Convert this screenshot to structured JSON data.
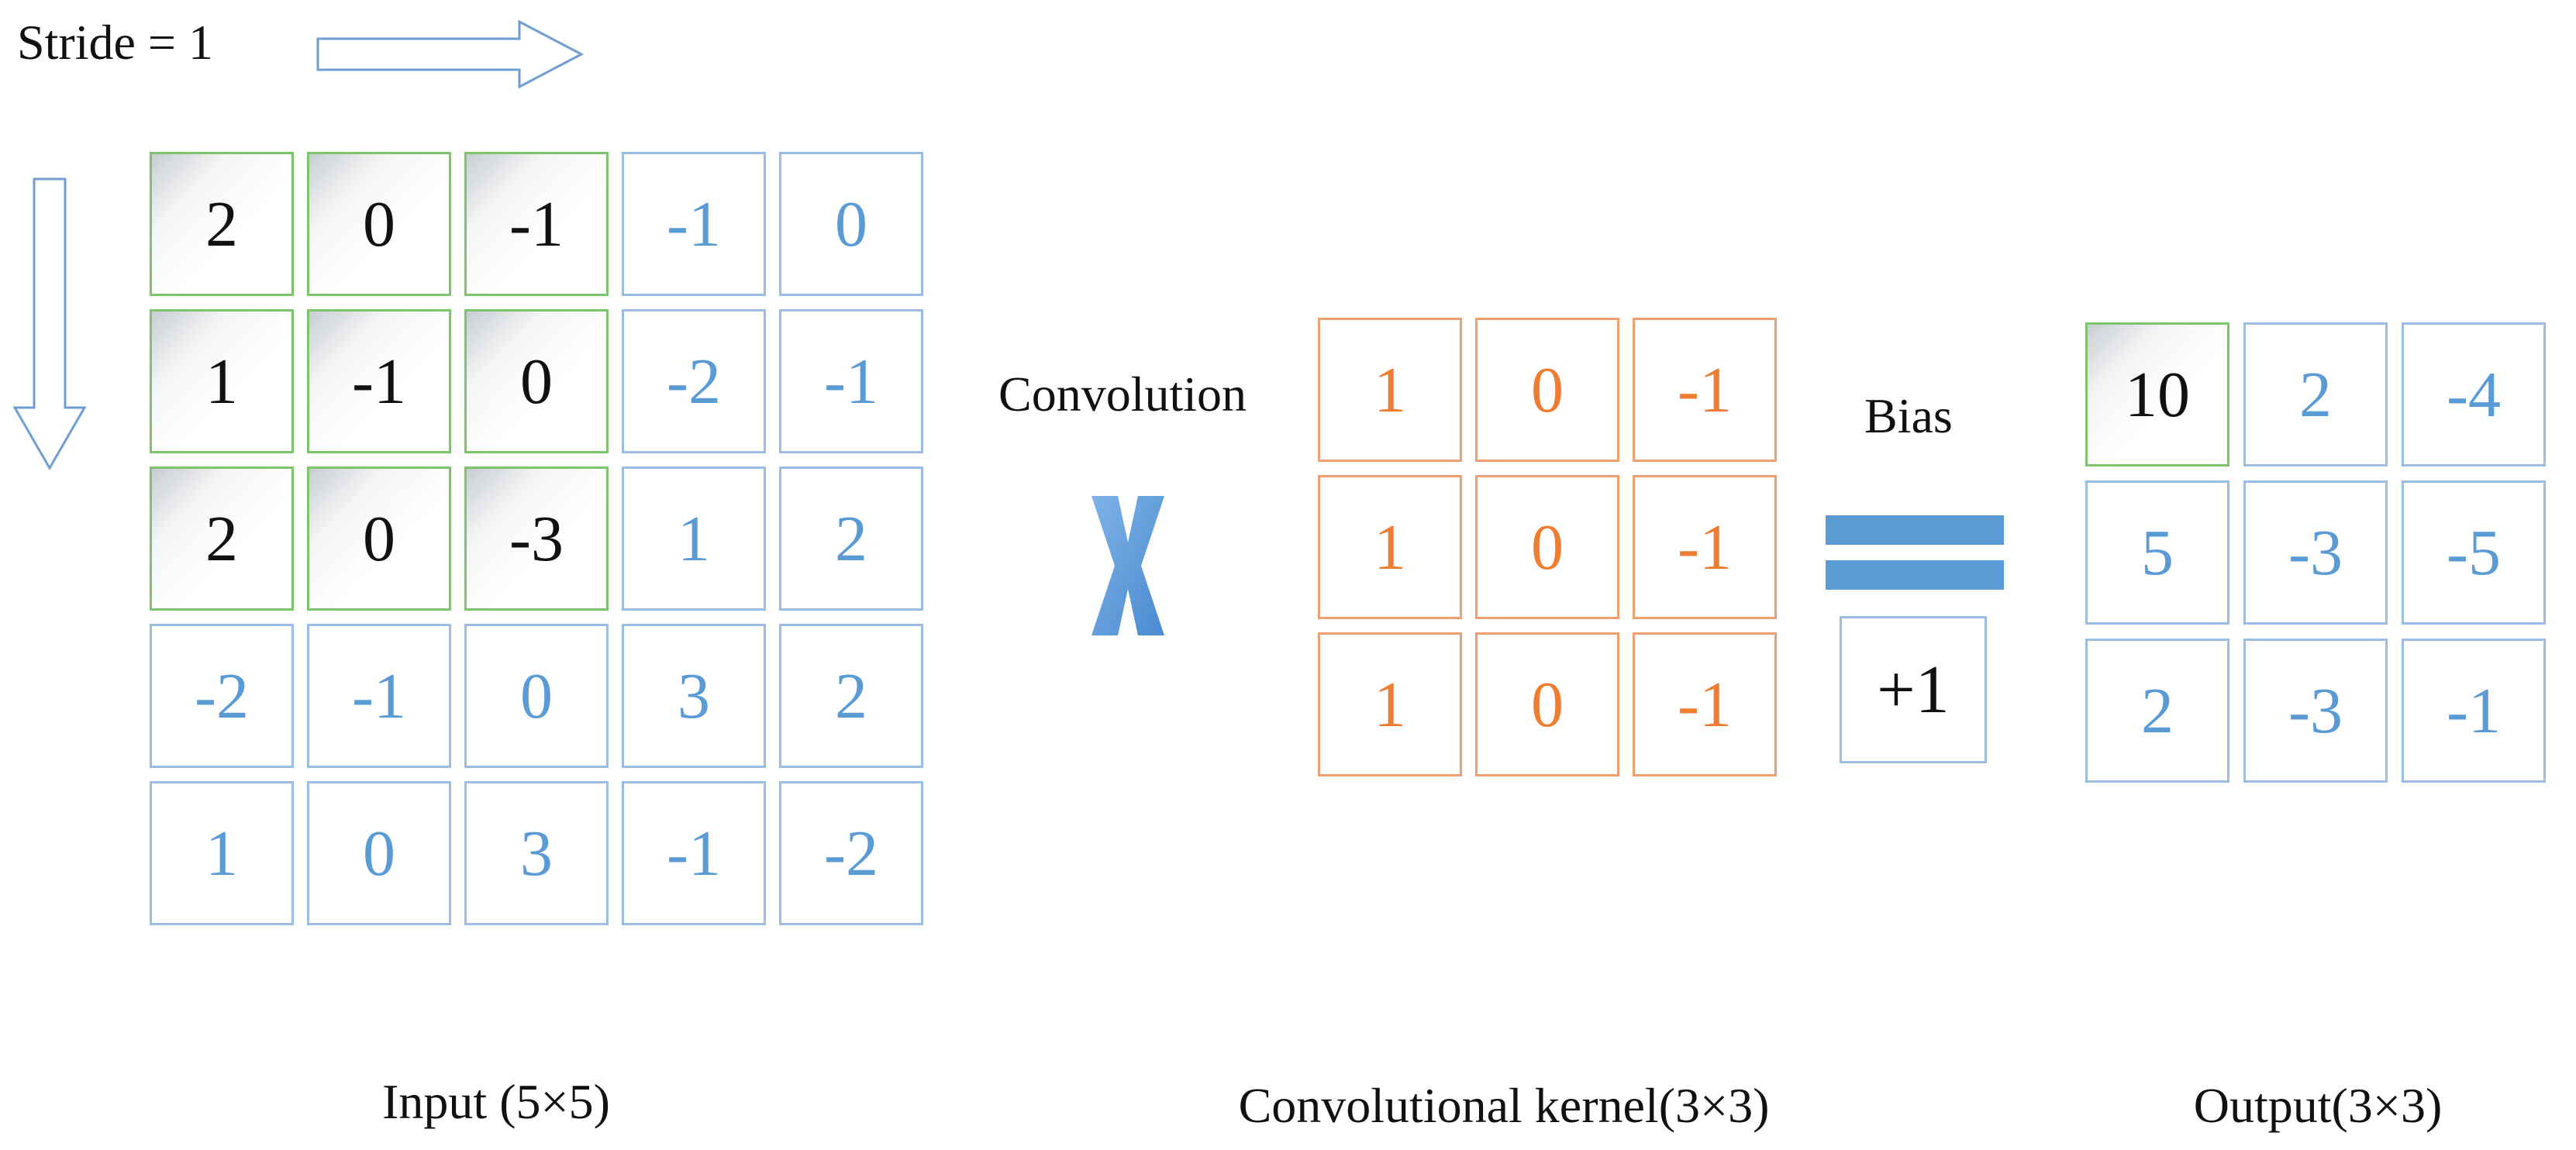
{
  "stride_label": "Stride = 1",
  "operator_label": "Convolution",
  "bias_label": "Bias",
  "bias_value": "+1",
  "input": {
    "caption": "Input (5×5)",
    "values": [
      [
        "2",
        "0",
        "-1",
        "-1",
        "0"
      ],
      [
        "1",
        "-1",
        "0",
        "-2",
        "-1"
      ],
      [
        "2",
        "0",
        "-3",
        "1",
        "2"
      ],
      [
        "-2",
        "-1",
        "0",
        "3",
        "2"
      ],
      [
        "1",
        "0",
        "3",
        "-1",
        "-2"
      ]
    ],
    "highlight_rows": 3,
    "highlight_cols": 3
  },
  "kernel": {
    "caption": "Convolutional kernel(3×3)",
    "values": [
      [
        "1",
        "0",
        "-1"
      ],
      [
        "1",
        "0",
        "-1"
      ],
      [
        "1",
        "0",
        "-1"
      ]
    ]
  },
  "output": {
    "caption": "Output(3×3)",
    "values": [
      [
        "10",
        "2",
        "-4"
      ],
      [
        "5",
        "-3",
        "-5"
      ],
      [
        "2",
        "-3",
        "-1"
      ]
    ],
    "highlight_rows": 1,
    "highlight_cols": 1
  },
  "colors": {
    "blue": "#5b9bd5",
    "green": "#7cc56a",
    "orange": "#ee7d31"
  },
  "icons": [
    "right-arrow-icon",
    "down-arrow-icon",
    "multiply-icon",
    "equals-icon"
  ]
}
